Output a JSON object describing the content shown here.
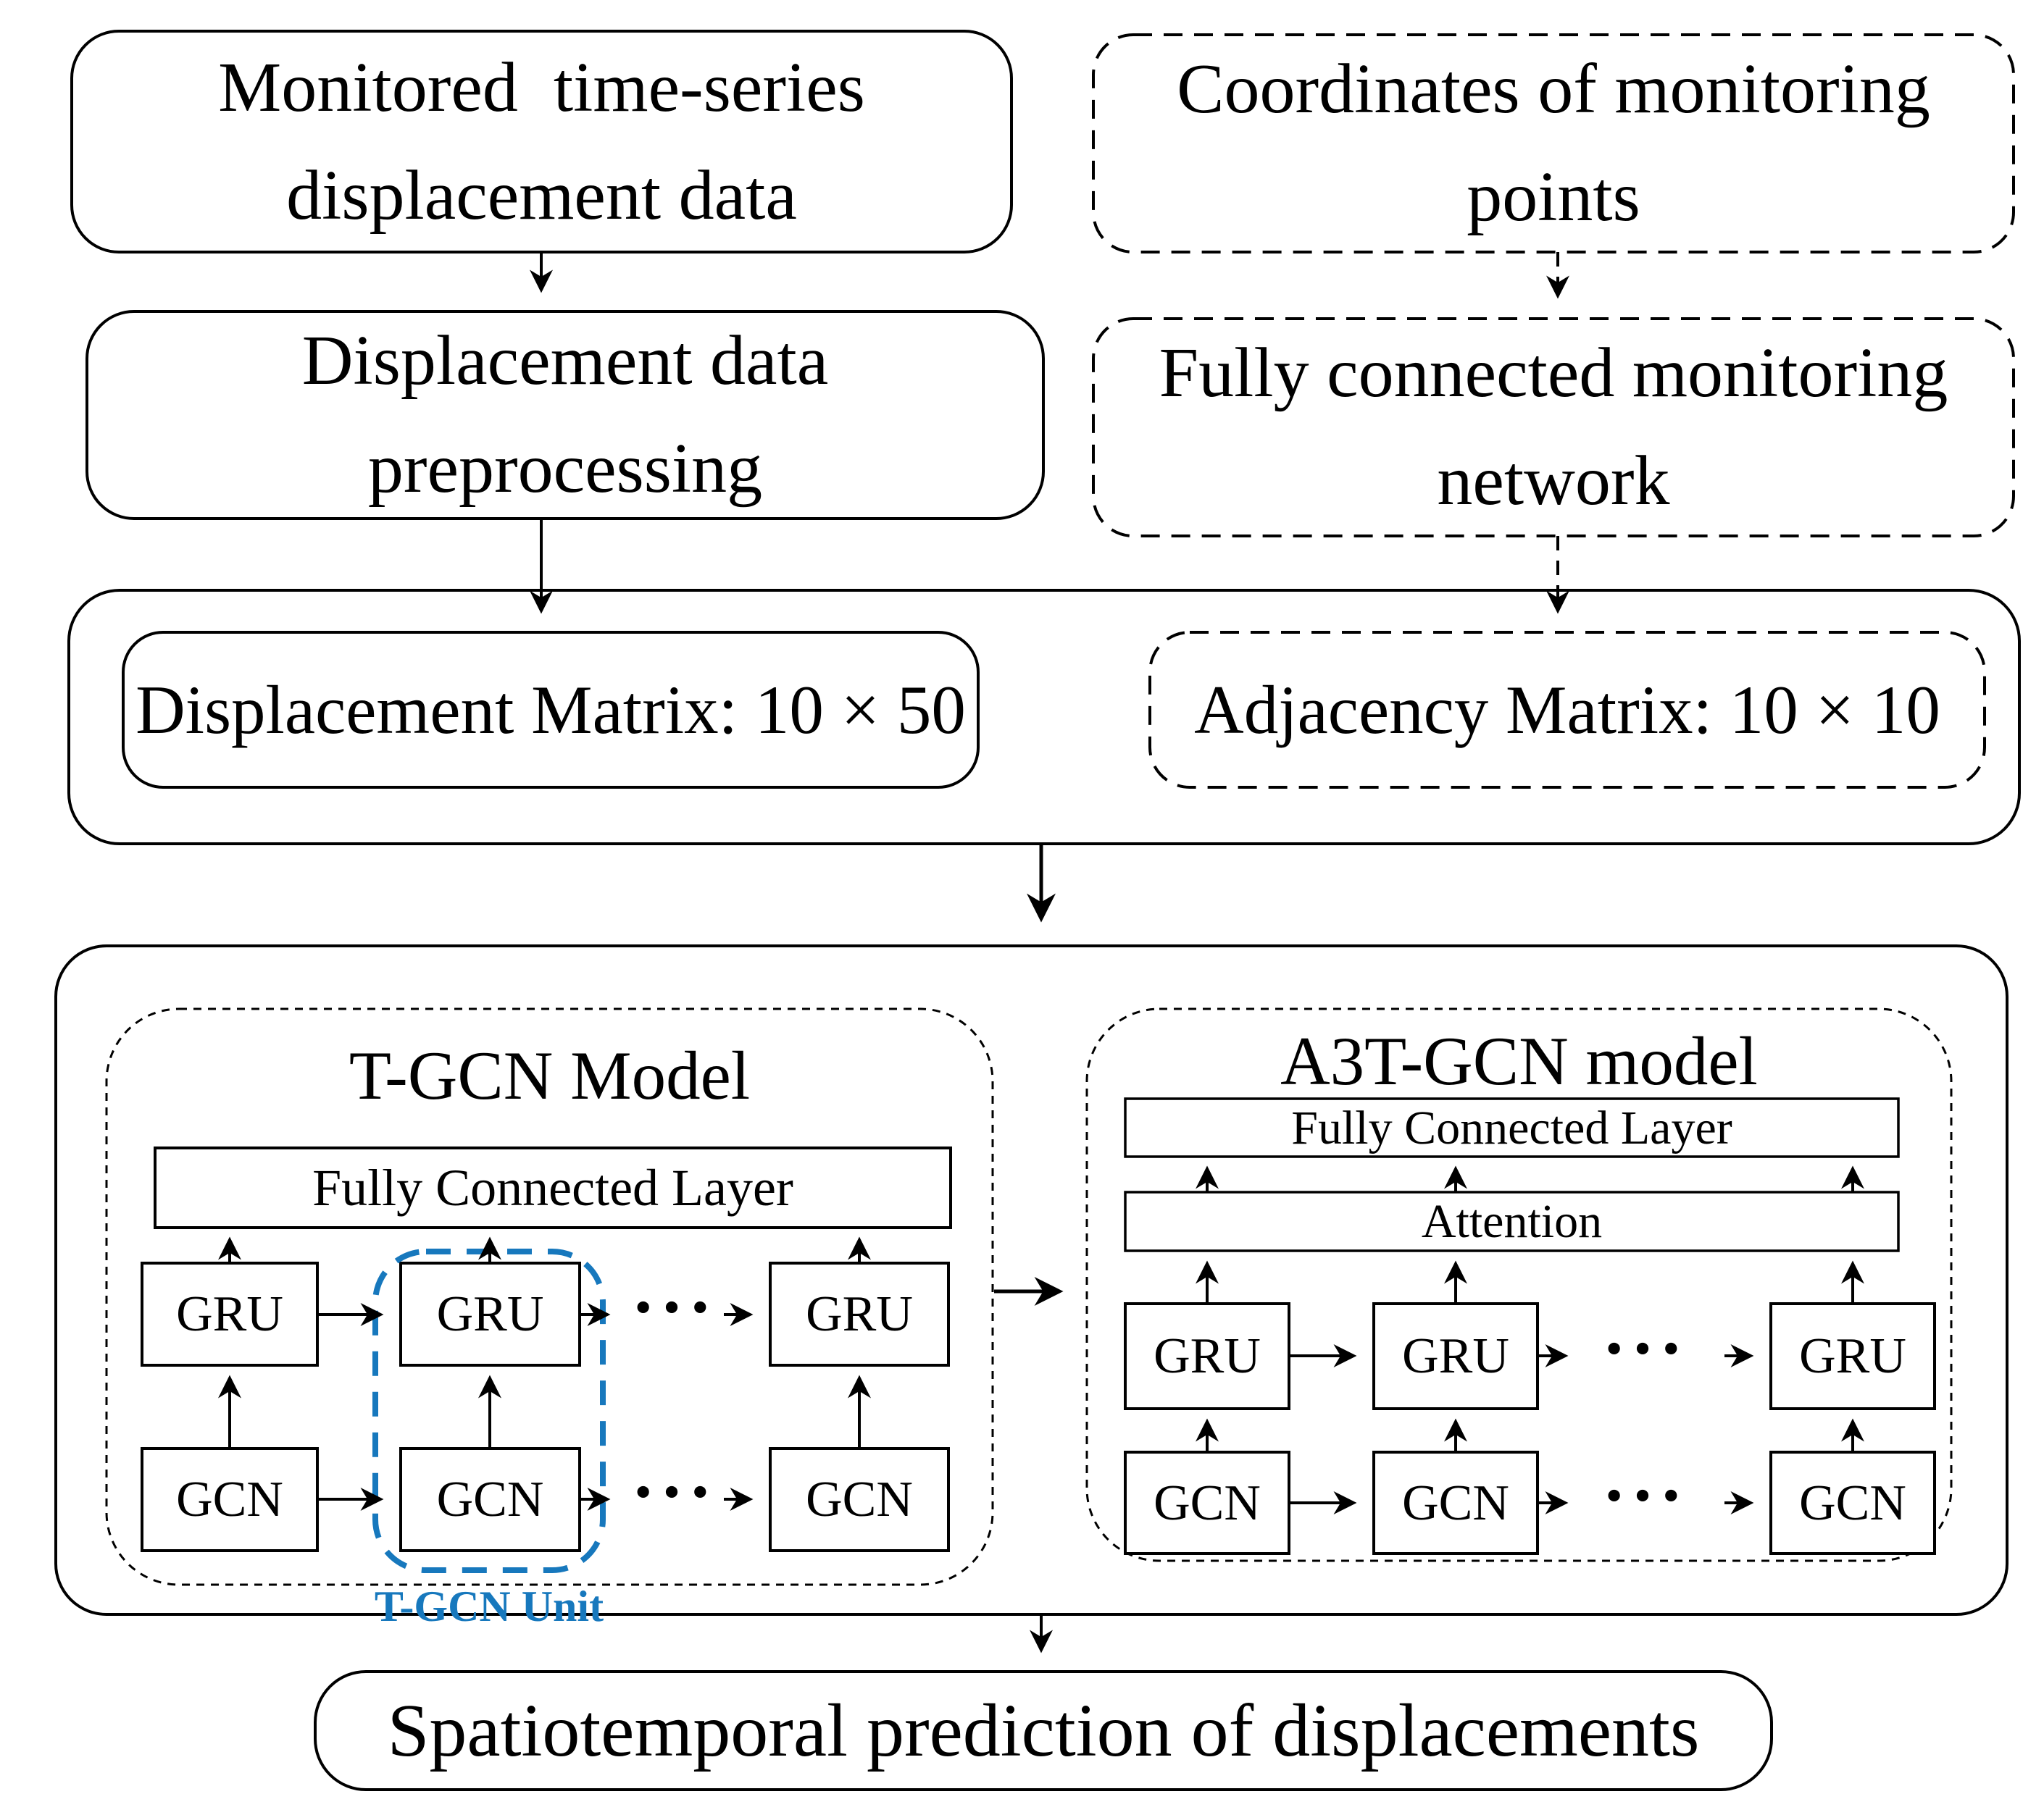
{
  "figure": {
    "boxes": {
      "monitored": {
        "line1": "Monitored  time-series",
        "line2": "displacement data"
      },
      "coordinates": {
        "line1": "Coordinates of monitoring",
        "line2": "points"
      },
      "preprocessing": {
        "line1": "Displacement data",
        "line2": "preprocessing"
      },
      "network": {
        "line1": "Fully connected monitoring",
        "line2": "network"
      },
      "displacement_matrix": {
        "label": "Displacement Matrix: 10 × 50"
      },
      "adjacency_matrix": {
        "label": "Adjacency Matrix: 10 × 10"
      },
      "prediction": {
        "label": "Spatiotemporal prediction of displacements"
      }
    },
    "tgcn": {
      "title": "T-GCN Model",
      "fc_label": "Fully Connected Layer",
      "gru_label": "GRU",
      "gcn_label": "GCN",
      "unit_label": "T-GCN Unit",
      "ellipsis": "···"
    },
    "a3tgcn": {
      "title": "A3T-GCN model",
      "fc_label": "Fully Connected Layer",
      "attention_label": "Attention",
      "gru_label": "GRU",
      "gcn_label": "GCN",
      "ellipsis": "···"
    },
    "colors": {
      "unit_blue": "#1778bd",
      "stroke": "#000000",
      "background": "#ffffff"
    }
  }
}
